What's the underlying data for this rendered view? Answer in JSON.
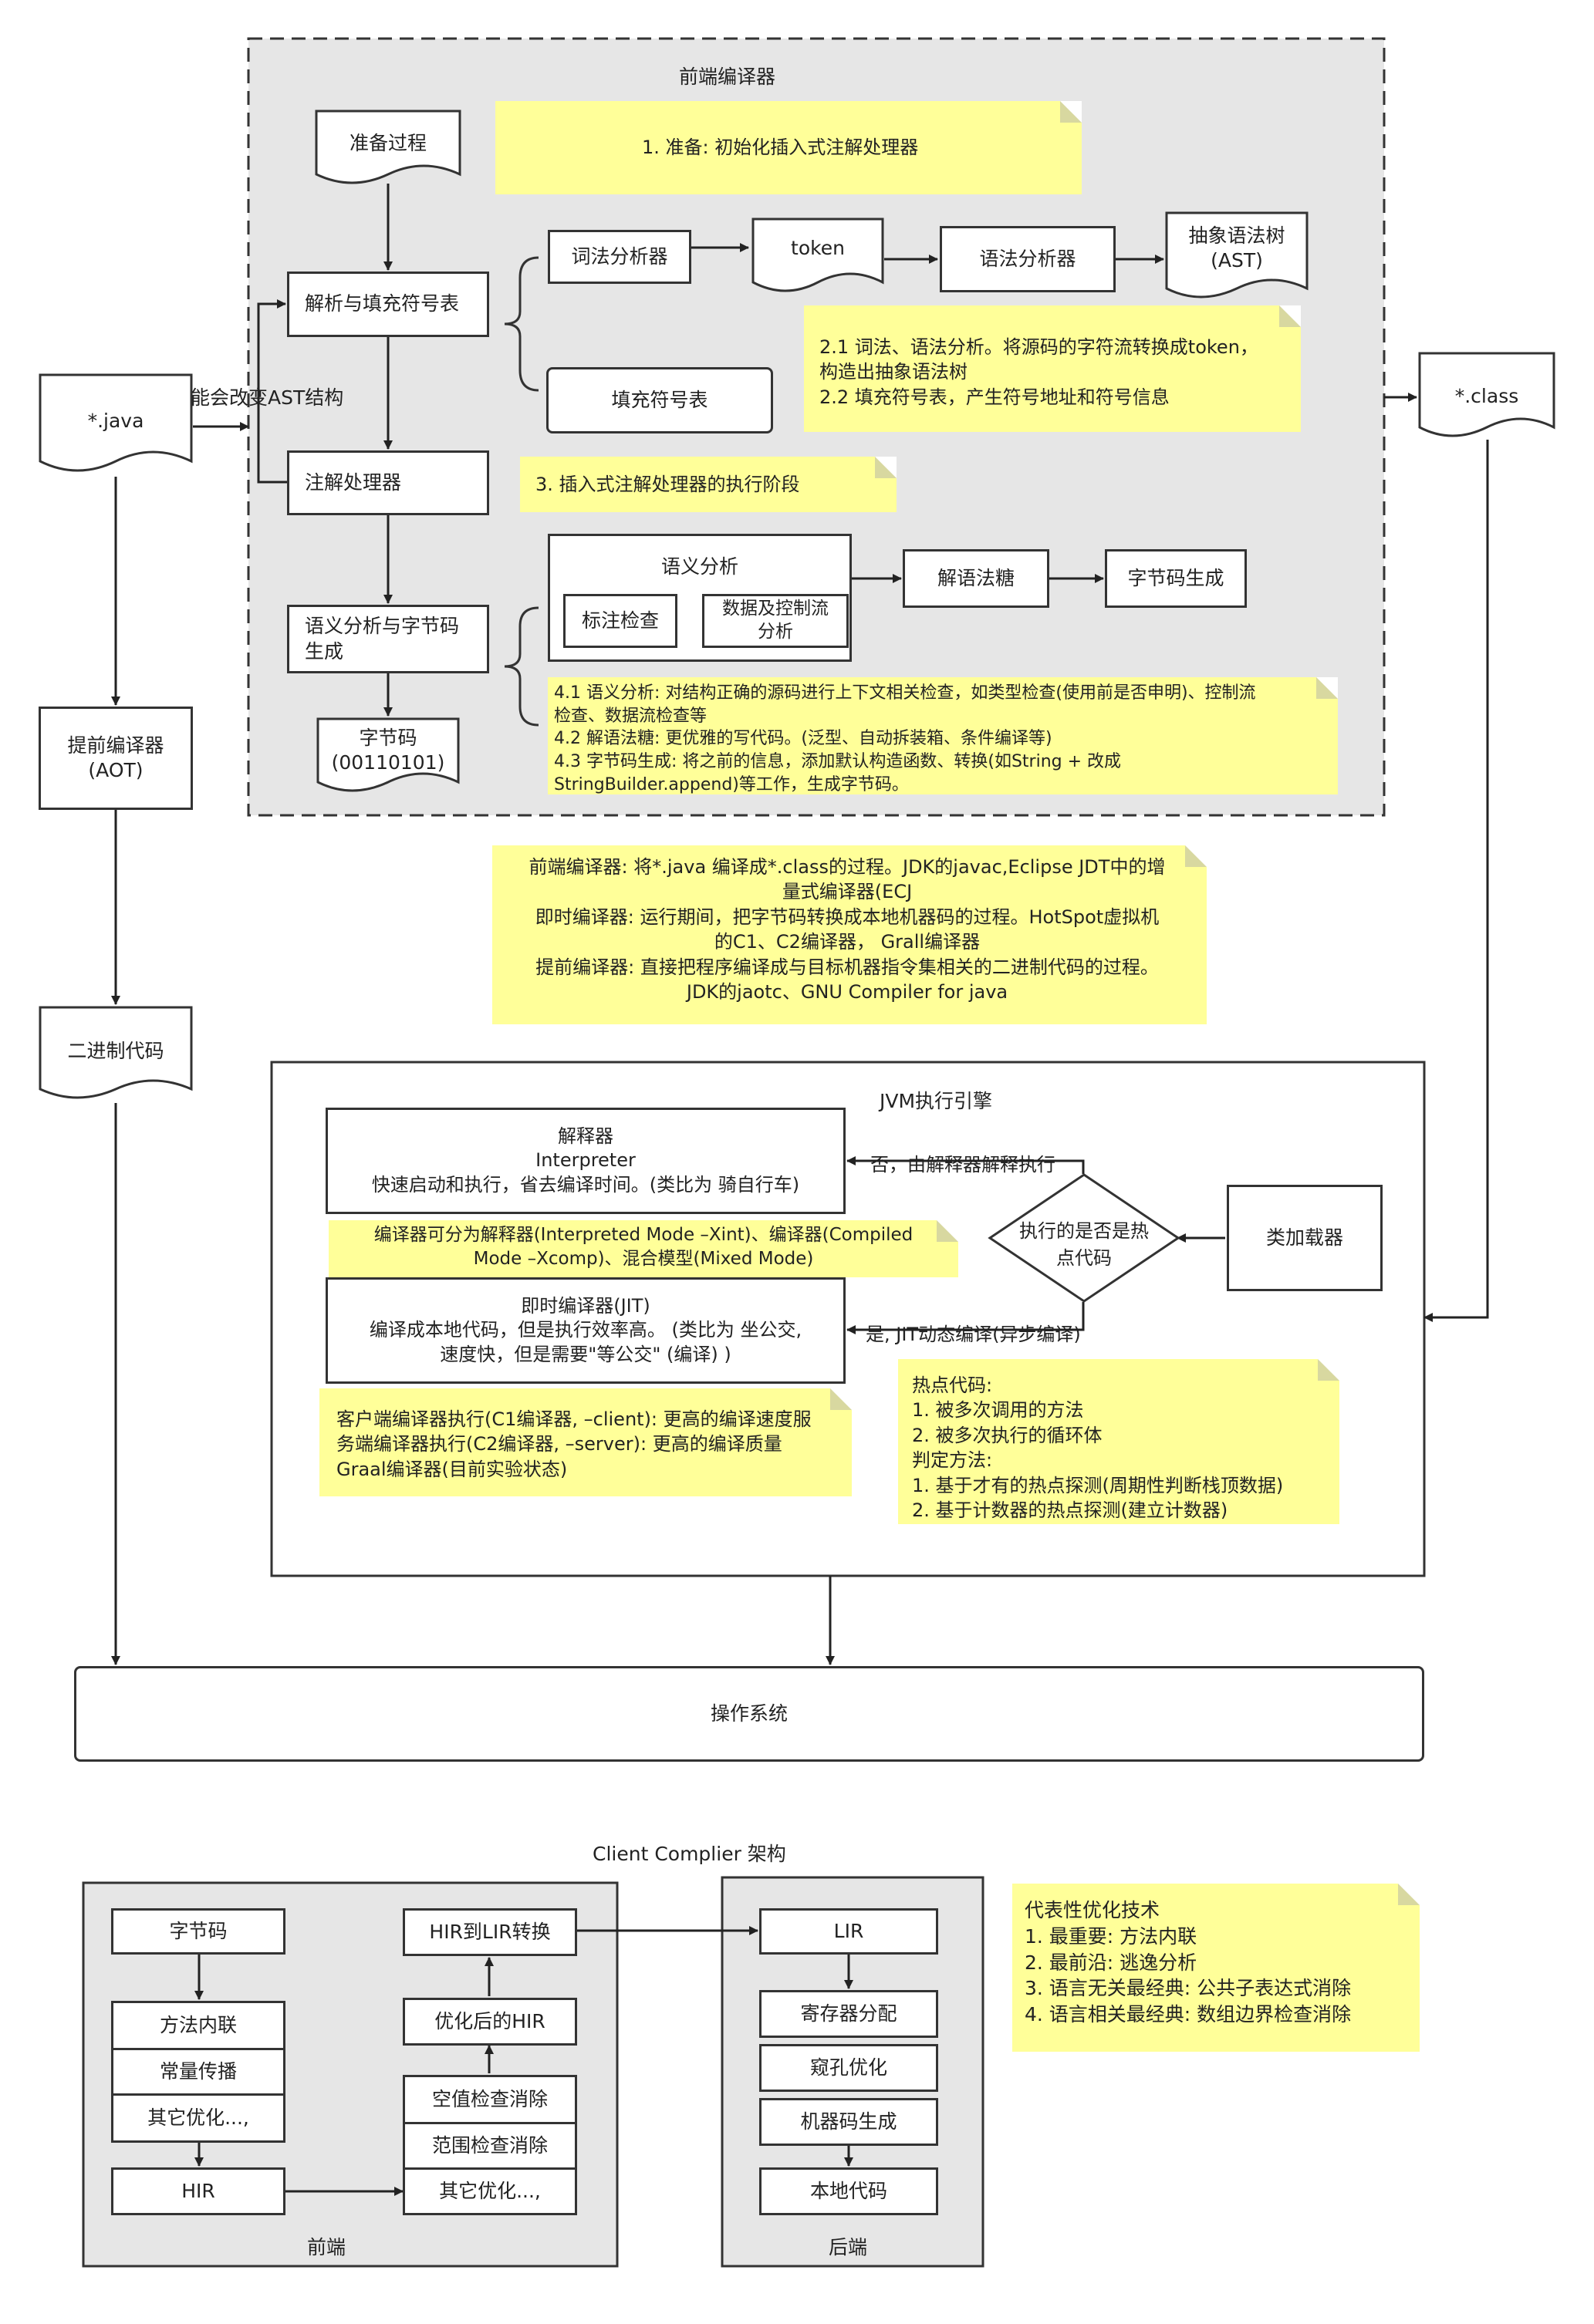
{
  "front_end": {
    "title": "前端编译器",
    "prep": "准备过程",
    "note1": "1. 准备: 初始化插入式注解处理器",
    "parse_fill": "解析与填充符号表",
    "lexer": "词法分析器",
    "token": "token",
    "parser": "语法分析器",
    "ast": "抽象语法树\n(AST)",
    "fill_symbol": "填充符号表",
    "note2": "2.1 词法、语法分析。将源码的字符流转换成token，\n构造出抽象语法树\n2.2 填充符号表，产生符号地址和符号信息",
    "annotation": "注解处理器",
    "note3": "3. 插入式注解处理器的执行阶段",
    "semantic_gen": "语义分析与字节码\n生成",
    "semantic": "语义分析",
    "annot_check": "标注检查",
    "data_flow": "数据及控制流\n分析",
    "desugar": "解语法糖",
    "bytecode_gen": "字节码生成",
    "bytecode": "字节码\n(00110101)",
    "note4": "4.1 语义分析: 对结构正确的源码进行上下文相关检查，如类型检查(使用前是否申明)、控制流\n检查、数据流检查等\n4.2 解语法糖: 更优雅的写代码。(泛型、自动拆装箱、条件编译等)\n4.3 字节码生成: 将之前的信息，添加默认构造函数、转换(如String + 改成\nStringBuilder.append)等工作，生成字节码。",
    "ast_change": "可能会改变AST结构"
  },
  "java_file": "*.java",
  "class_file": "*.class",
  "aot": "提前编译器\n(AOT)",
  "binary": "二进制代码",
  "summary_note": "前端编译器: 将*.java 编译成*.class的过程。JDK的javac,Eclipse JDT中的增\n量式编译器(ECJ\n即时编译器: 运行期间，把字节码转换成本地机器码的过程。HotSpot虚拟机\n的C1、C2编译器， Grall编译器\n提前编译器: 直接把程序编译成与目标机器指令集相关的二进制代码的过程。\nJDK的jaotc、GNU Compiler for java",
  "jvm": {
    "title": "JVM执行引擎",
    "interpreter": "解释器\nInterpreter\n快速启动和执行，省去编译时间。(类比为 骑自行车)",
    "no_label": "否，由解释器解释执行",
    "hot_check": "执行的是否是热\n点代码",
    "class_loader": "类加载器",
    "mode_note": "编译器可分为解释器(Interpreted Mode –Xint)、编译器(Compiled\nMode –Xcomp)、混合模型(Mixed Mode)",
    "jit": "即时编译器(JIT)\n编译成本地代码，但是执行效率高。 (类比为 坐公交,\n速度快，但是需要\"等公交\" (编译) )",
    "yes_label": "是, JIT动态编译(异步编译)",
    "client_note": "客户端编译器执行(C1编译器, –client): 更高的编译速度服\n务端编译器执行(C2编译器, –server): 更高的编译质量\nGraal编译器(目前实验状态)",
    "hot_note": "热点代码:\n1. 被多次调用的方法\n2. 被多次执行的循环体\n判定方法:\n1. 基于才有的热点探测(周期性判断栈顶数据)\n2. 基于计数器的热点探测(建立计数器)"
  },
  "os": "操作系统",
  "client": {
    "title": "Client Complier 架构",
    "bytecode": "字节码",
    "inline": "方法内联",
    "const_prop": "常量传播",
    "other1": "其它优化...,",
    "hir": "HIR",
    "hir_to_lir": "HIR到LIR转换",
    "opt_hir": "优化后的HIR",
    "null_check": "空值检查消除",
    "range_check": "范围检查消除",
    "other2": "其它优化...,",
    "front_label": "前端",
    "lir": "LIR",
    "reg_alloc": "寄存器分配",
    "peephole": "窥孔优化",
    "machine_gen": "机器码生成",
    "native": "本地代码",
    "back_label": "后端",
    "opt_note": "代表性优化技术\n1. 最重要: 方法内联\n2. 最前沿: 逃逸分析\n3. 语言无关最经典: 公共子表达式消除\n4. 语言相关最经典:  数组边界检查消除"
  }
}
